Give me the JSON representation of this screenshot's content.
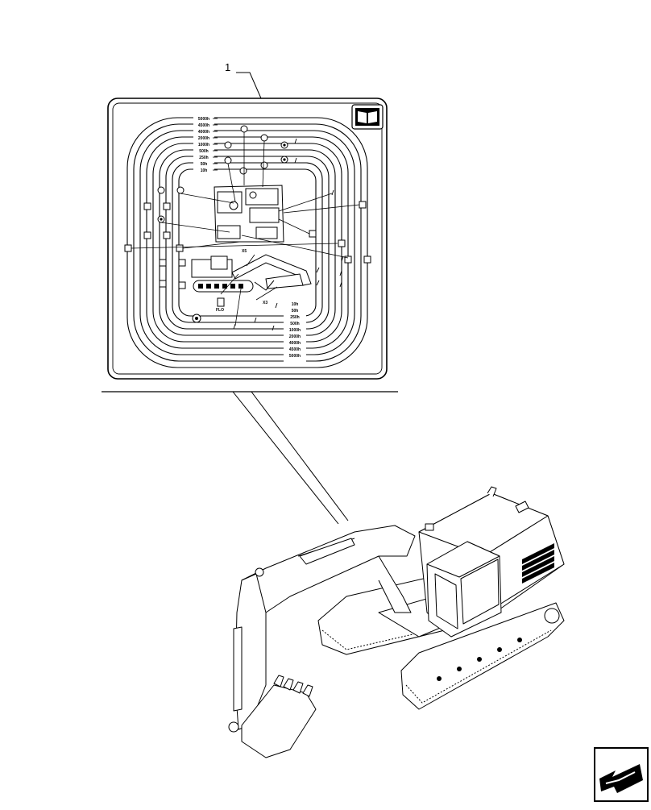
{
  "callout": {
    "number": "1"
  },
  "decal": {
    "intervals_top": [
      "5000h",
      "4500h",
      "4000h",
      "2000h",
      "1000h",
      "500h",
      "250h",
      "50h",
      "10h"
    ],
    "intervals_bottom": [
      "10h",
      "50h",
      "250h",
      "500h",
      "1000h",
      "2000h",
      "4000h",
      "4500h",
      "5000h"
    ],
    "point_labels": {
      "x5": "X5",
      "x3": "X3",
      "fuel": "FLO"
    }
  },
  "nav": {
    "icon": "next-page-arrow-icon"
  }
}
